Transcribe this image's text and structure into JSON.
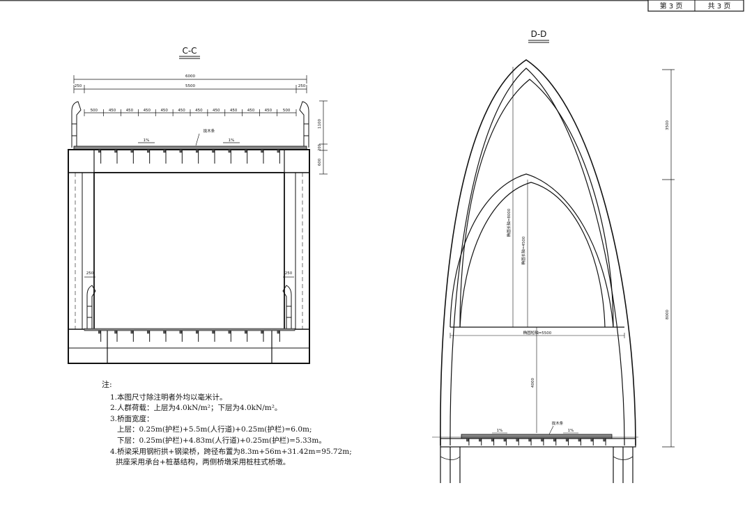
{
  "page_box": {
    "page_label": "第 3 页",
    "total_label": "共 3 页"
  },
  "section_cc": {
    "title": "C-C",
    "dim_total": "6000",
    "dim_left": "250",
    "dim_mid": "5500",
    "dim_right": "250",
    "spacing": [
      "500",
      "450",
      "450",
      "450",
      "450",
      "450",
      "450",
      "450",
      "450",
      "450",
      "450",
      "500"
    ],
    "slope_left": "1%",
    "slope_right": "1%",
    "deck_label": "拢木条",
    "dim_v1": "1100",
    "dim_v2": "200",
    "dim_v3": "600",
    "lower_left": "250",
    "lower_right": "250"
  },
  "section_dd": {
    "title": "D-D",
    "outer_long_axis": "椭圆长轴=8000",
    "inner_long_axis": "椭圆长轴=4500",
    "short_axis": "椭圆短轴=5500",
    "height_4000": "4000",
    "dim_3500": "3500",
    "dim_8000": "8000",
    "slope_left": "1%",
    "slope_right": "1%",
    "deck_label": "拢木条"
  },
  "notes": {
    "header": "注:",
    "n1": "1.本图尺寸除注明者外均以毫米计。",
    "n2": "2.人群荷载：上层为4.0kN/m²；下层为4.0kN/m²。",
    "n3": "3.桥面宽度：",
    "n3a": "上层：0.25m(护栏)+5.5m(人行道)+0.25m(护栏)=6.0m;",
    "n3b": "下层：0.25m(护栏)+4.83m(人行道)+0.25m(护栏)=5.33m。",
    "n4": "4.桥梁采用钢桁拱+钢梁桥，跨径布置为8.3m+56m+31.42m=95.72m;",
    "n4b": "拱座采用承台+桩基结构，两侧桥墩采用桩柱式桥墩。"
  }
}
